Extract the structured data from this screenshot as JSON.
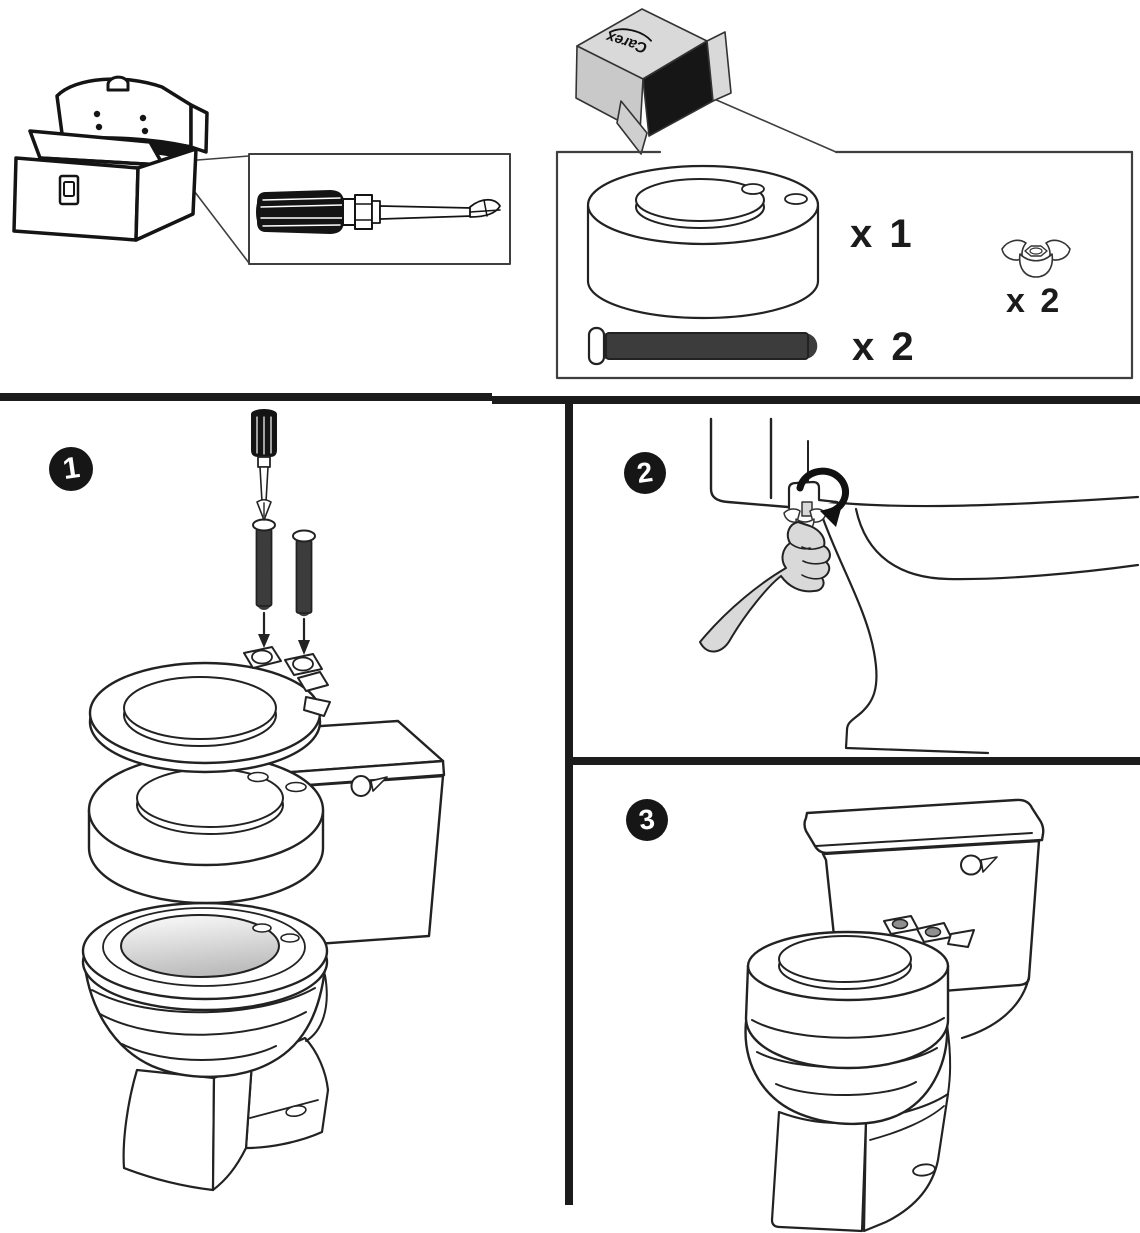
{
  "brand": {
    "logo_text": "Carex"
  },
  "tools": {
    "toolbox_icon": "toolbox-illustration",
    "tool_icon": "phillips-screwdriver-illustration"
  },
  "parts_box": {
    "package_icon": "open-shipping-box-illustration",
    "items": [
      {
        "icon": "toilet-seat-riser",
        "qty_label": "x 1"
      },
      {
        "icon": "wing-nut",
        "qty_label": "x 2"
      },
      {
        "icon": "seat-bolt",
        "qty_label": "x 2"
      }
    ]
  },
  "steps": [
    {
      "number": "1",
      "icon": "insert-bolts-through-seat-brackets-and-riser"
    },
    {
      "number": "2",
      "icon": "hand-tighten-wing-nut-under-bowl-rim"
    },
    {
      "number": "3",
      "icon": "completed-raised-seat-installation"
    }
  ],
  "colors": {
    "line": "#1f1f1f",
    "divider": "#1c1c1c",
    "gray_fill": "#d9d9d9",
    "dark_fill": "#161616",
    "badge_bg": "#161616",
    "badge_text": "#ffffff",
    "paper": "#ffffff"
  }
}
